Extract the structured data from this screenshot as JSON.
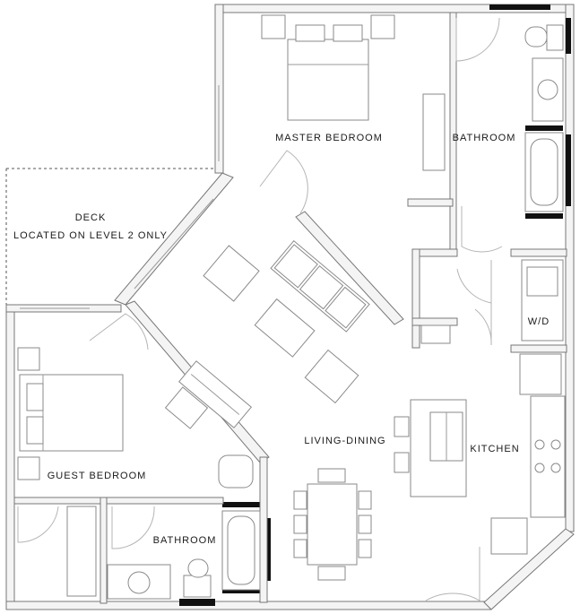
{
  "rooms": {
    "master_bedroom": "MASTER BEDROOM",
    "bathroom_upper": "BATHROOM",
    "deck_line1": "DECK",
    "deck_line2": "LOCATED ON LEVEL 2 ONLY",
    "wd": "W/D",
    "living_dining": "LIVING-DINING",
    "kitchen": "KITCHEN",
    "guest_bedroom": "GUEST BEDROOM",
    "bathroom_lower": "BATHROOM"
  }
}
